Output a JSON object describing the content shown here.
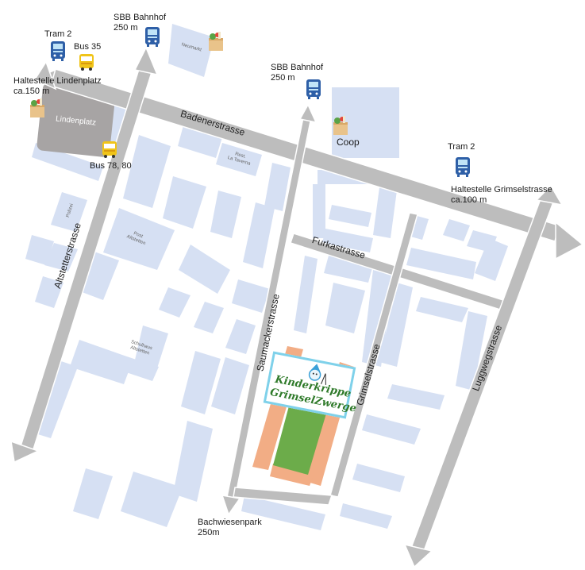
{
  "colors": {
    "building": "#d6e0f3",
    "road_fill": "#bdbdbd",
    "road_edge": "#ffffff",
    "lindenplatz": "#a7a4a4",
    "kita_orange": "#f2ad85",
    "kita_green": "#6cac4a",
    "logo_border": "#7fd1ea",
    "tram": "#2e5fa7",
    "bus": "#f0c419"
  },
  "streets": {
    "badenerstrasse": "Badenerstrasse",
    "altstetterstrasse": "Altstetterstrasse",
    "furkastrasse": "Furkastrasse",
    "saumackerstrasse": "Saumackerstrasse",
    "grimselstrasse": "Grimselstrasse",
    "luggwegstrasse": "Luggwegstrasse"
  },
  "places": {
    "lindenplatz": "Lindenplatz",
    "coop": "Coop",
    "neumarkt": "Neumarkt",
    "restaurant": [
      "Rest.",
      "La Taverna"
    ],
    "polizei": "Polizei",
    "post": [
      "Post",
      "Altstetten"
    ],
    "schulhaus": [
      "Schulhaus",
      "Altstetten"
    ]
  },
  "transit": {
    "tram2_top": "Tram 2",
    "bus35": "Bus 35",
    "sbb_top": [
      "SBB Bahnhof",
      "250 m"
    ],
    "sbb_mid": [
      "SBB Bahnhof",
      "250 m"
    ],
    "haltestelle_linden": [
      "Haltestelle Lindenplatz",
      "ca.150 m"
    ],
    "bus7880": "Bus 78, 80",
    "tram2_right": "Tram 2",
    "haltestelle_grimsel": [
      "Haltestelle Grimselstrasse",
      "ca.100 m"
    ],
    "bachwiesenpark": [
      "Bachwiesenpark",
      "250m"
    ]
  },
  "logo": {
    "line1": "Kinderkrippe",
    "line2": "GrimselZwerge"
  }
}
